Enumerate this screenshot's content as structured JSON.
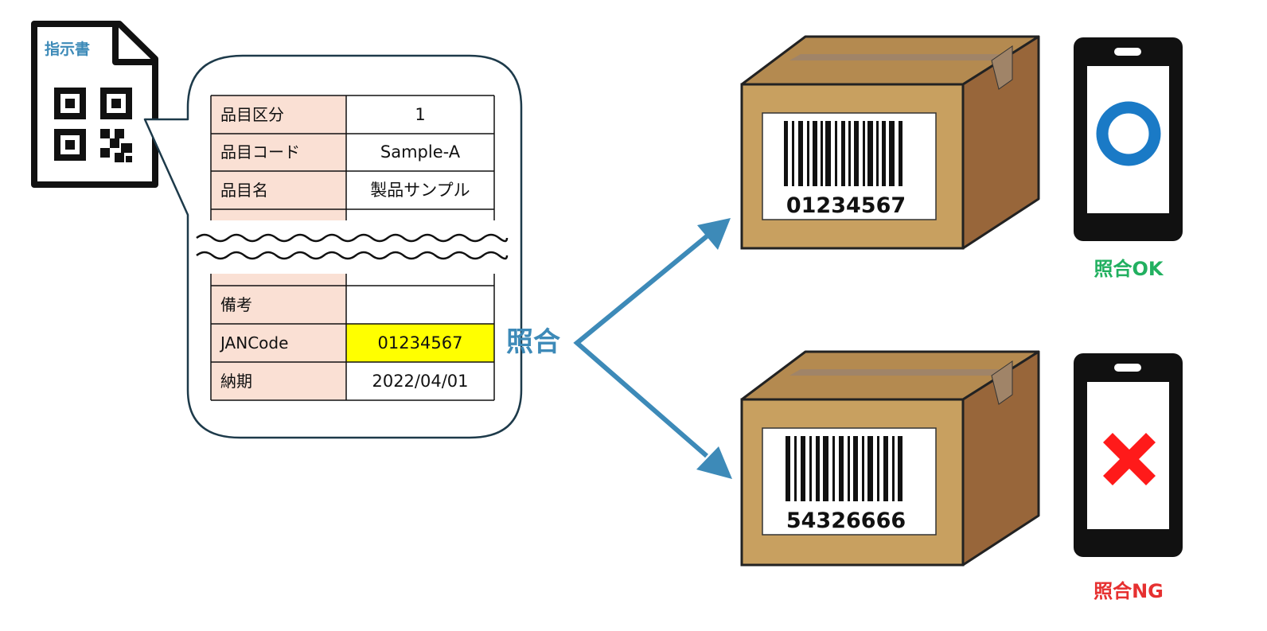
{
  "document": {
    "title": "指示書"
  },
  "table": {
    "rows": [
      {
        "label": "品目区分",
        "value": "1",
        "highlight": false
      },
      {
        "label": "品目コード",
        "value": "Sample-A",
        "highlight": false
      },
      {
        "label": "品目名",
        "value": "製品サンプル",
        "highlight": false
      },
      {
        "label": "備考",
        "value": "",
        "highlight": false
      },
      {
        "label": "JANCode",
        "value": "01234567",
        "highlight": true
      },
      {
        "label": "納期",
        "value": "2022/04/01",
        "highlight": false
      }
    ]
  },
  "match_label": "照合",
  "boxes": [
    {
      "barcode_number": "01234567"
    },
    {
      "barcode_number": "54326666"
    }
  ],
  "results": {
    "ok_label": "照合OK",
    "ng_label": "照合NG",
    "ok_icon": "circle-icon",
    "ng_icon": "cross-icon"
  },
  "colors": {
    "accent": "#3d8ab8",
    "label_cell": "#fae0d4",
    "highlight_cell": "#ffff00",
    "ok_text": "#22b060",
    "ok_circle": "#1a7ac6",
    "ng_text": "#e63030",
    "ng_cross": "#ff1a1a",
    "box_front": "#c8a060",
    "box_top": "#b48a50",
    "box_side": "#98663a",
    "tape": "#a08468"
  }
}
